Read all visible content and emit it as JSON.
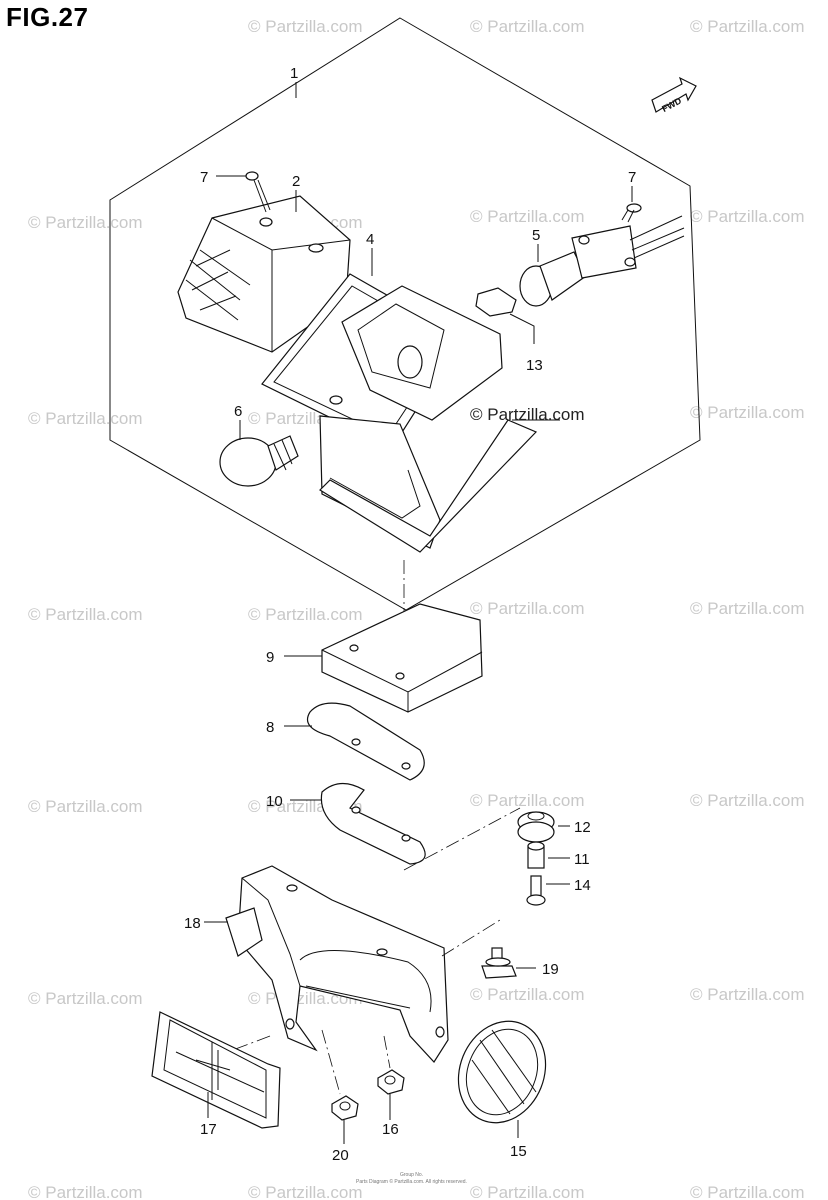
{
  "figure": {
    "title": "FIG.27"
  },
  "watermark": {
    "text": "© Partzilla.com"
  },
  "overlay_copyright": "© Partzilla.com",
  "direction_badge": "FWD",
  "callouts": {
    "c1": "1",
    "c2": "2",
    "c4": "4",
    "c5": "5",
    "c6": "6",
    "c7a": "7",
    "c7b": "7",
    "c8": "8",
    "c9": "9",
    "c10": "10",
    "c11": "11",
    "c12": "12",
    "c13": "13",
    "c14": "14",
    "c15": "15",
    "c16": "16",
    "c17": "17",
    "c18": "18",
    "c19": "19",
    "c20": "20"
  },
  "footer": {
    "line1": "Group No.",
    "line2": "Parts Diagram © Partzilla.com. All rights reserved."
  },
  "colors": {
    "ink": "#111111",
    "watermark": "#c8c8c8",
    "background": "#ffffff"
  }
}
